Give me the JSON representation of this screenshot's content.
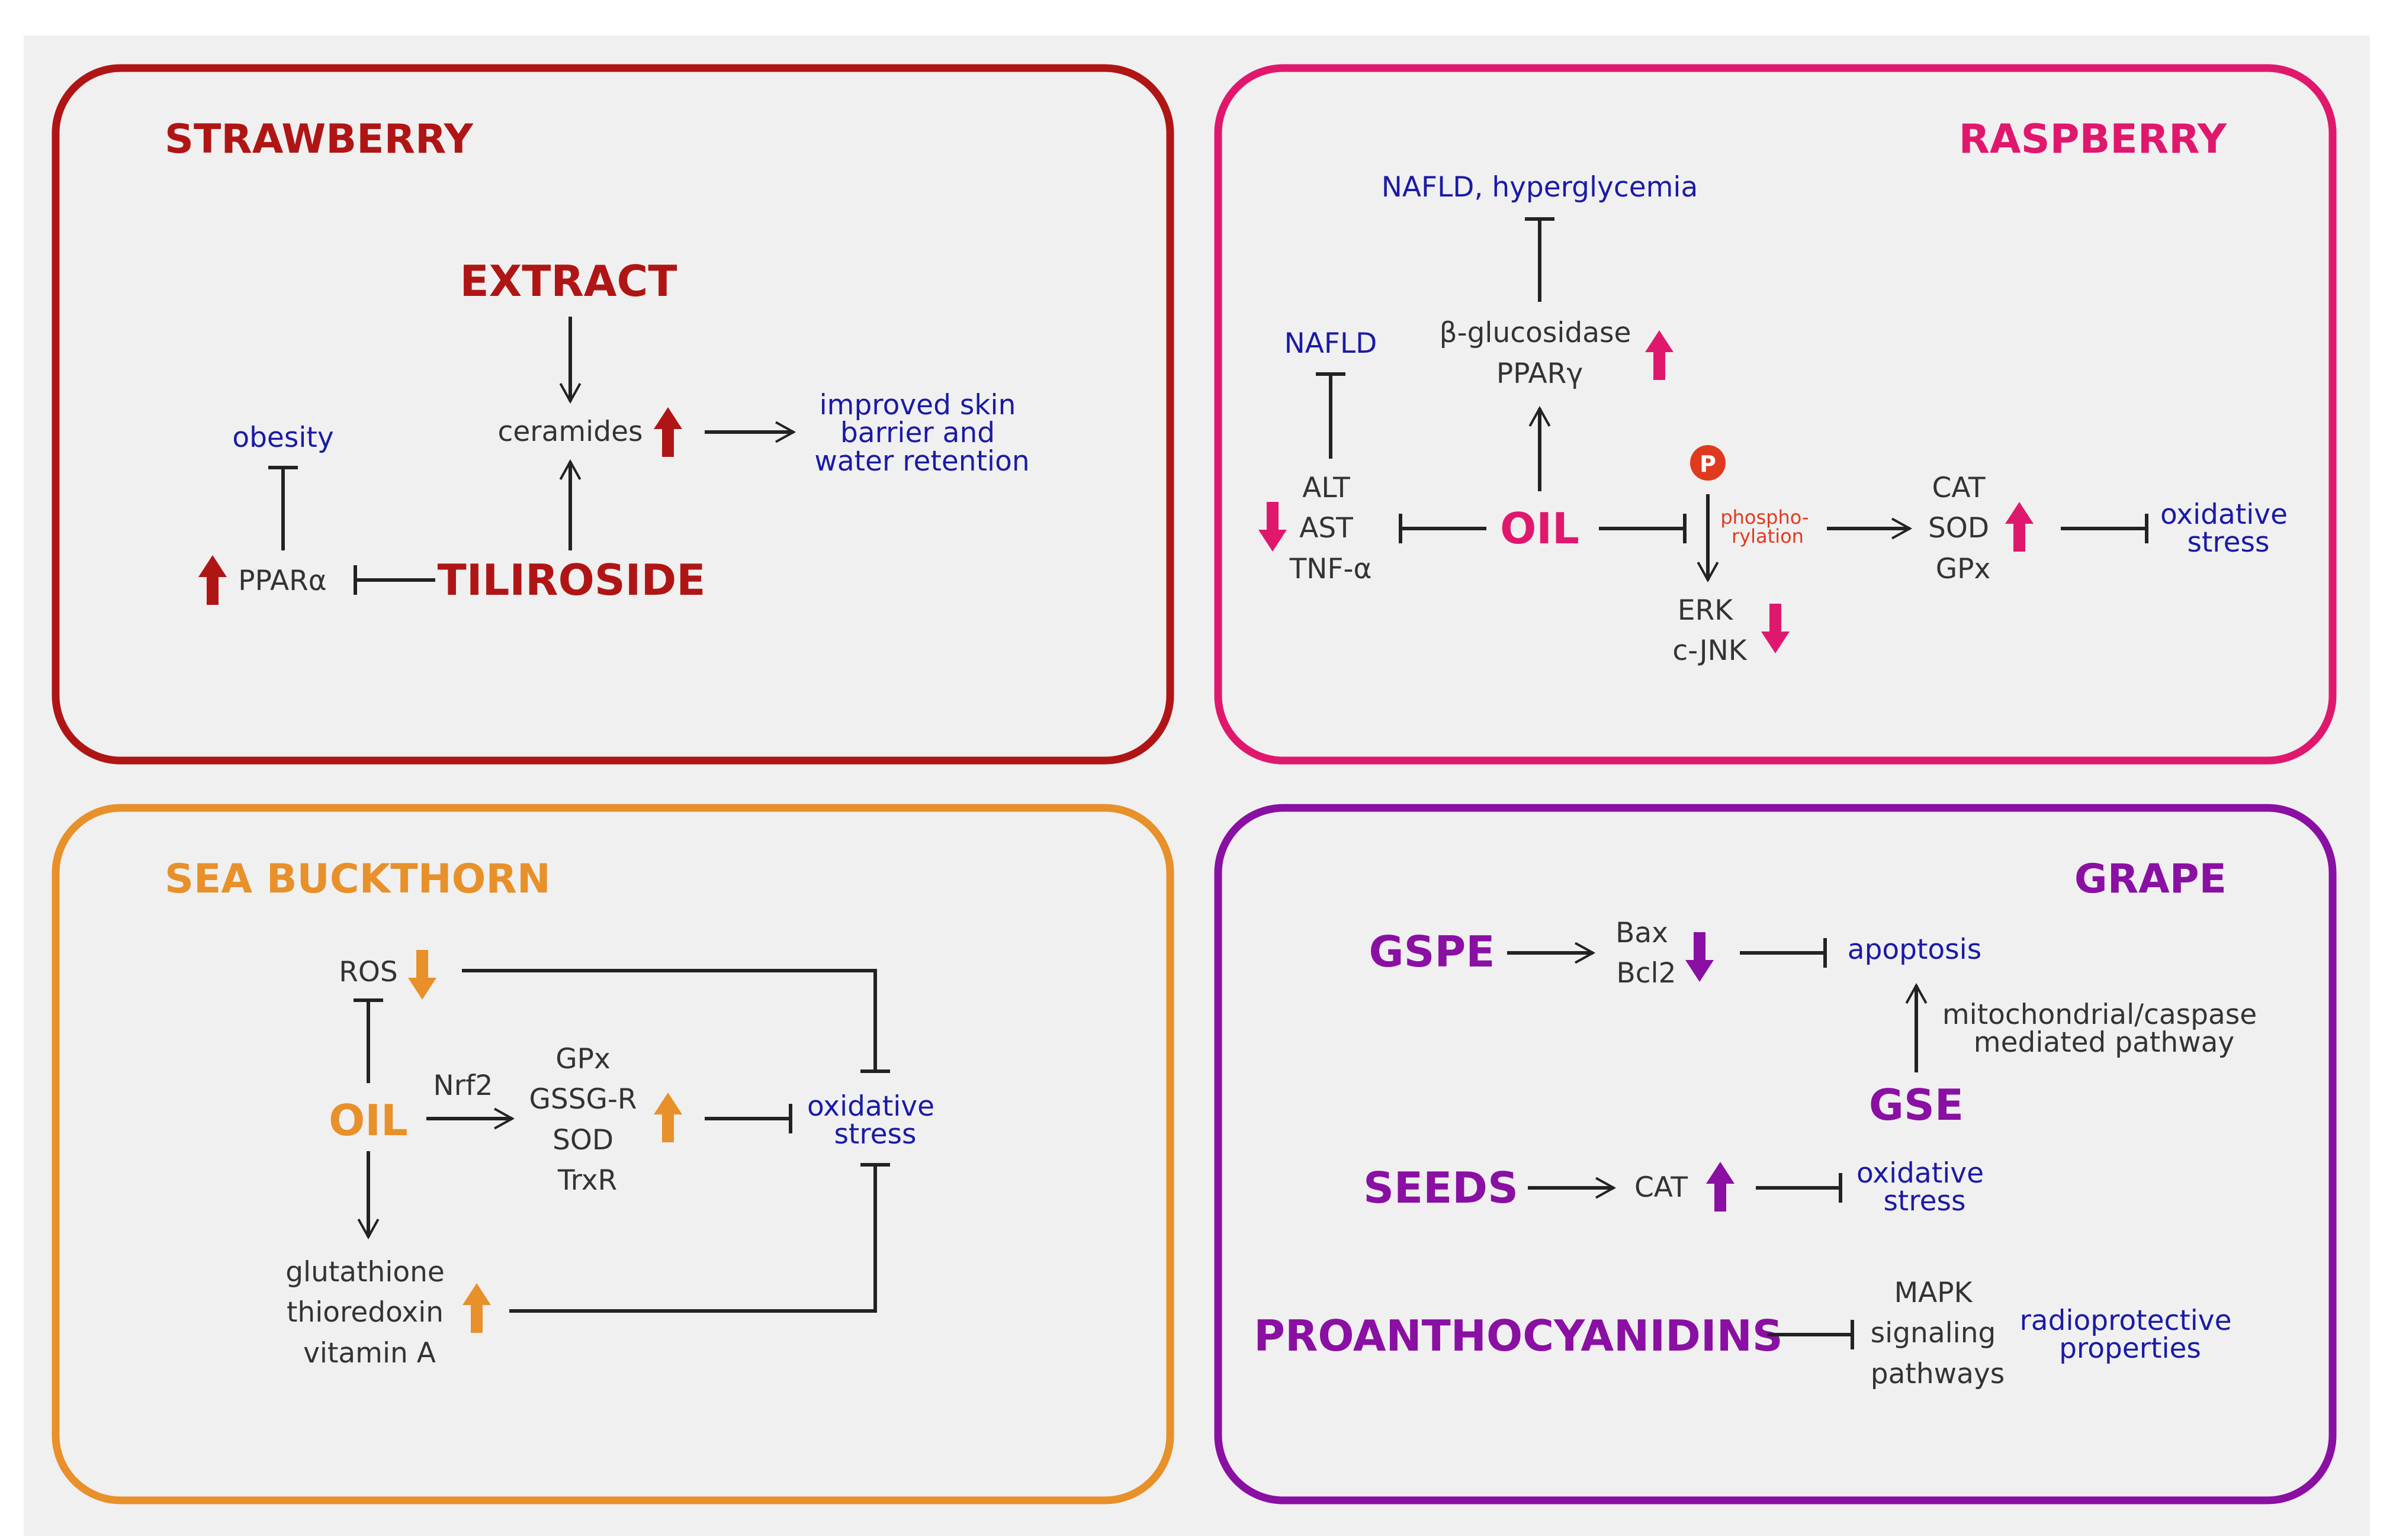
{
  "colors": {
    "strawberry": "#b01515",
    "raspberry": "#e0186d",
    "sea_buckthorn": "#e8902a",
    "grape": "#8a0fa3",
    "effect_text": "#1a1aa6",
    "text": "#333333",
    "phospho": "#e03a1e",
    "panel_bg": "#f0f0f0"
  },
  "strawberry": {
    "title": "STRAWBERRY",
    "extract": "EXTRACT",
    "tiliroside": "TILIROSIDE",
    "ceramides": "ceramides",
    "ppara": "PPARα",
    "obesity": "obesity",
    "skin": [
      "improved skin",
      "barrier and",
      "water retention"
    ],
    "arrows": {
      "ceramides": "up",
      "ppara": "up"
    }
  },
  "raspberry": {
    "title": "RASPBERRY",
    "oil": "OIL",
    "nafld_hyper": "NAFLD, hyperglycemia",
    "nafld": "NAFLD",
    "enzymes": [
      "β-glucosidase",
      "PPARγ"
    ],
    "liver_markers": [
      "ALT",
      "AST",
      "TNF-α"
    ],
    "phospho_badge": "P",
    "phospho_label": [
      "phospho-",
      "rylation"
    ],
    "kinases": [
      "ERK",
      "c-JNK"
    ],
    "antioxidants": [
      "CAT",
      "SOD",
      "GPx"
    ],
    "oxidative": [
      "oxidative",
      "stress"
    ],
    "arrows": {
      "enzymes": "up",
      "liver_markers": "down",
      "kinases": "down",
      "antioxidants": "up"
    }
  },
  "sea_buckthorn": {
    "title": "SEA BUCKTHORN",
    "oil": "OIL",
    "ros": "ROS",
    "nrf2": "Nrf2",
    "enzymes": [
      "GPx",
      "GSSG-R",
      "SOD",
      "TrxR"
    ],
    "antioxidants": [
      "glutathione",
      "thioredoxin",
      "vitamin A"
    ],
    "oxidative": [
      "oxidative",
      "stress"
    ],
    "arrows": {
      "ros": "down",
      "enzymes": "up",
      "antioxidants": "up"
    }
  },
  "grape": {
    "title": "GRAPE",
    "gspe": "GSPE",
    "bax_bcl2": [
      "Bax",
      "Bcl2"
    ],
    "apoptosis": "apoptosis",
    "pathway": [
      "mitochondrial/caspase",
      "mediated pathway"
    ],
    "gse": "GSE",
    "seeds": "SEEDS",
    "cat": "CAT",
    "oxidative": [
      "oxidative",
      "stress"
    ],
    "proanthocyanidins": "PROANTHOCYANIDINS",
    "mapk": [
      "MAPK",
      "signaling",
      "pathways"
    ],
    "radioprotective": [
      "radioprotective",
      "properties"
    ],
    "arrows": {
      "bax_bcl2": "down",
      "cat": "up"
    }
  }
}
